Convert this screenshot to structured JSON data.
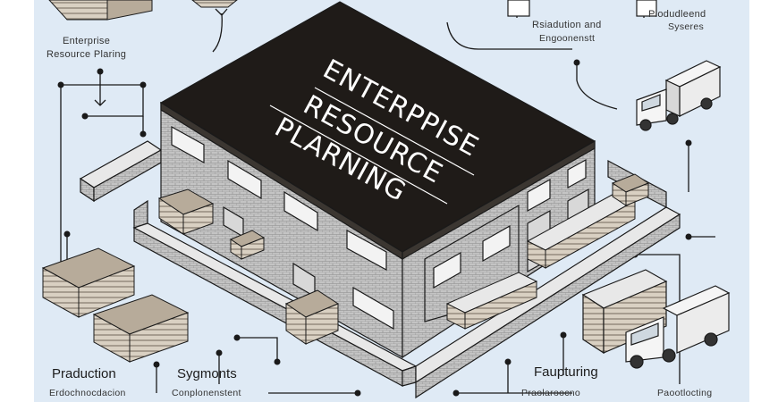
{
  "roof": {
    "line1": "ENTERPPISE",
    "line2": "RESOURCE",
    "line3": "PLARNING"
  },
  "labels": {
    "top_left_1": "Enterprise",
    "top_left_2": "Resource Plaring",
    "top_mid_1": "Rsiadution and",
    "top_mid_2": "Engoonenstt",
    "top_right_1": "Plodudleend",
    "top_right_2": "Syseres",
    "bottom_1_title": "Praduction",
    "bottom_1_sub": "Erdochnocdacion",
    "bottom_2_title": "Sygmonts",
    "bottom_2_sub": "Conplonenstent",
    "bottom_3_title": "Faupturing",
    "bottom_3_sub": "Praolaroocno",
    "bottom_4_sub": "Paootlocting"
  },
  "colors": {
    "background": "#dfeaf5",
    "roof": "#1f1b18",
    "wall": "#b9b9b9",
    "line": "#1a1a1a"
  }
}
